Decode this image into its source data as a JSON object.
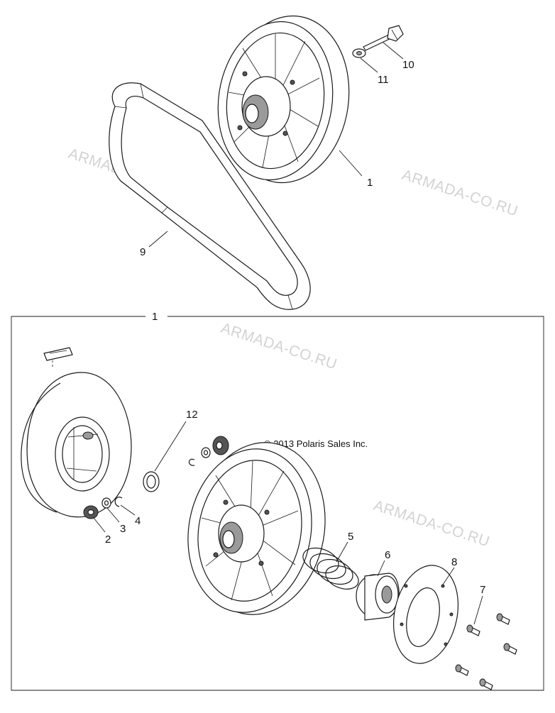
{
  "copyright": "© 2013 Polaris Sales Inc.",
  "watermarks": [
    "ARMADA-CO.RU",
    "ARMADA-CO.RU",
    "ARMADA-CO.RU",
    "ARMADA-CO.RU"
  ],
  "callouts": {
    "c1_top": "1",
    "c9": "9",
    "c10": "10",
    "c11": "11",
    "c1_box": "1",
    "c2": "2",
    "c3": "3",
    "c4": "4",
    "c5": "5",
    "c6": "6",
    "c7": "7",
    "c8": "8",
    "c12": "12"
  }
}
